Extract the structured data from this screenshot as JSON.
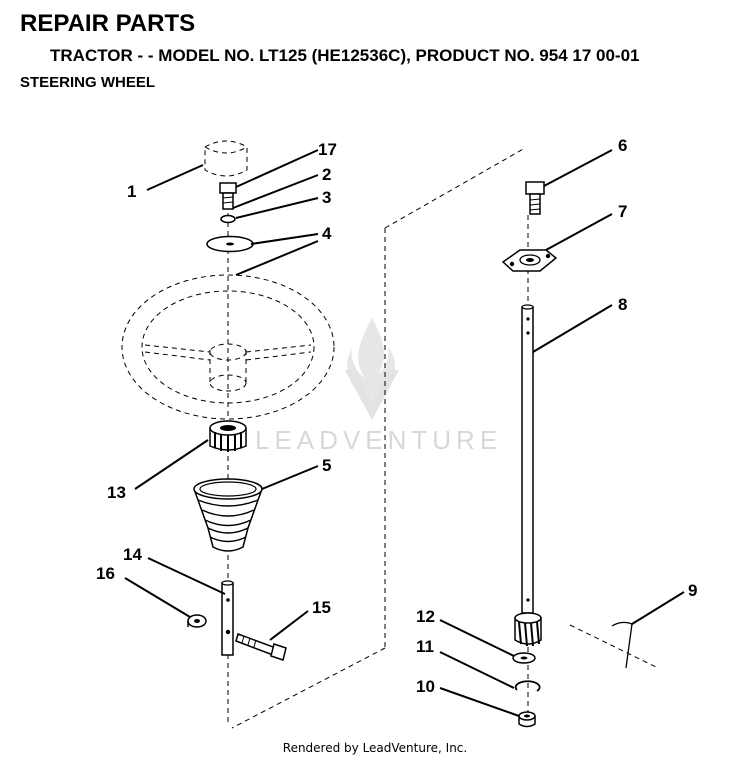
{
  "header": {
    "title": "REPAIR PARTS",
    "subtitle": "TRACTOR - - MODEL NO. LT125 (HE12536C),  PRODUCT NO. 954 17 00-01",
    "section": "STEERING WHEEL"
  },
  "watermark": {
    "text": "LEADVENTURE"
  },
  "callouts": {
    "c1": "1",
    "c2": "2",
    "c3": "3",
    "c4": "4",
    "c5": "5",
    "c6": "6",
    "c7": "7",
    "c8": "8",
    "c9": "9",
    "c10": "10",
    "c11": "11",
    "c12": "12",
    "c13": "13",
    "c14": "14",
    "c15": "15",
    "c16": "16",
    "c17": "17"
  },
  "footer": {
    "text": "Rendered by LeadVenture, Inc."
  }
}
